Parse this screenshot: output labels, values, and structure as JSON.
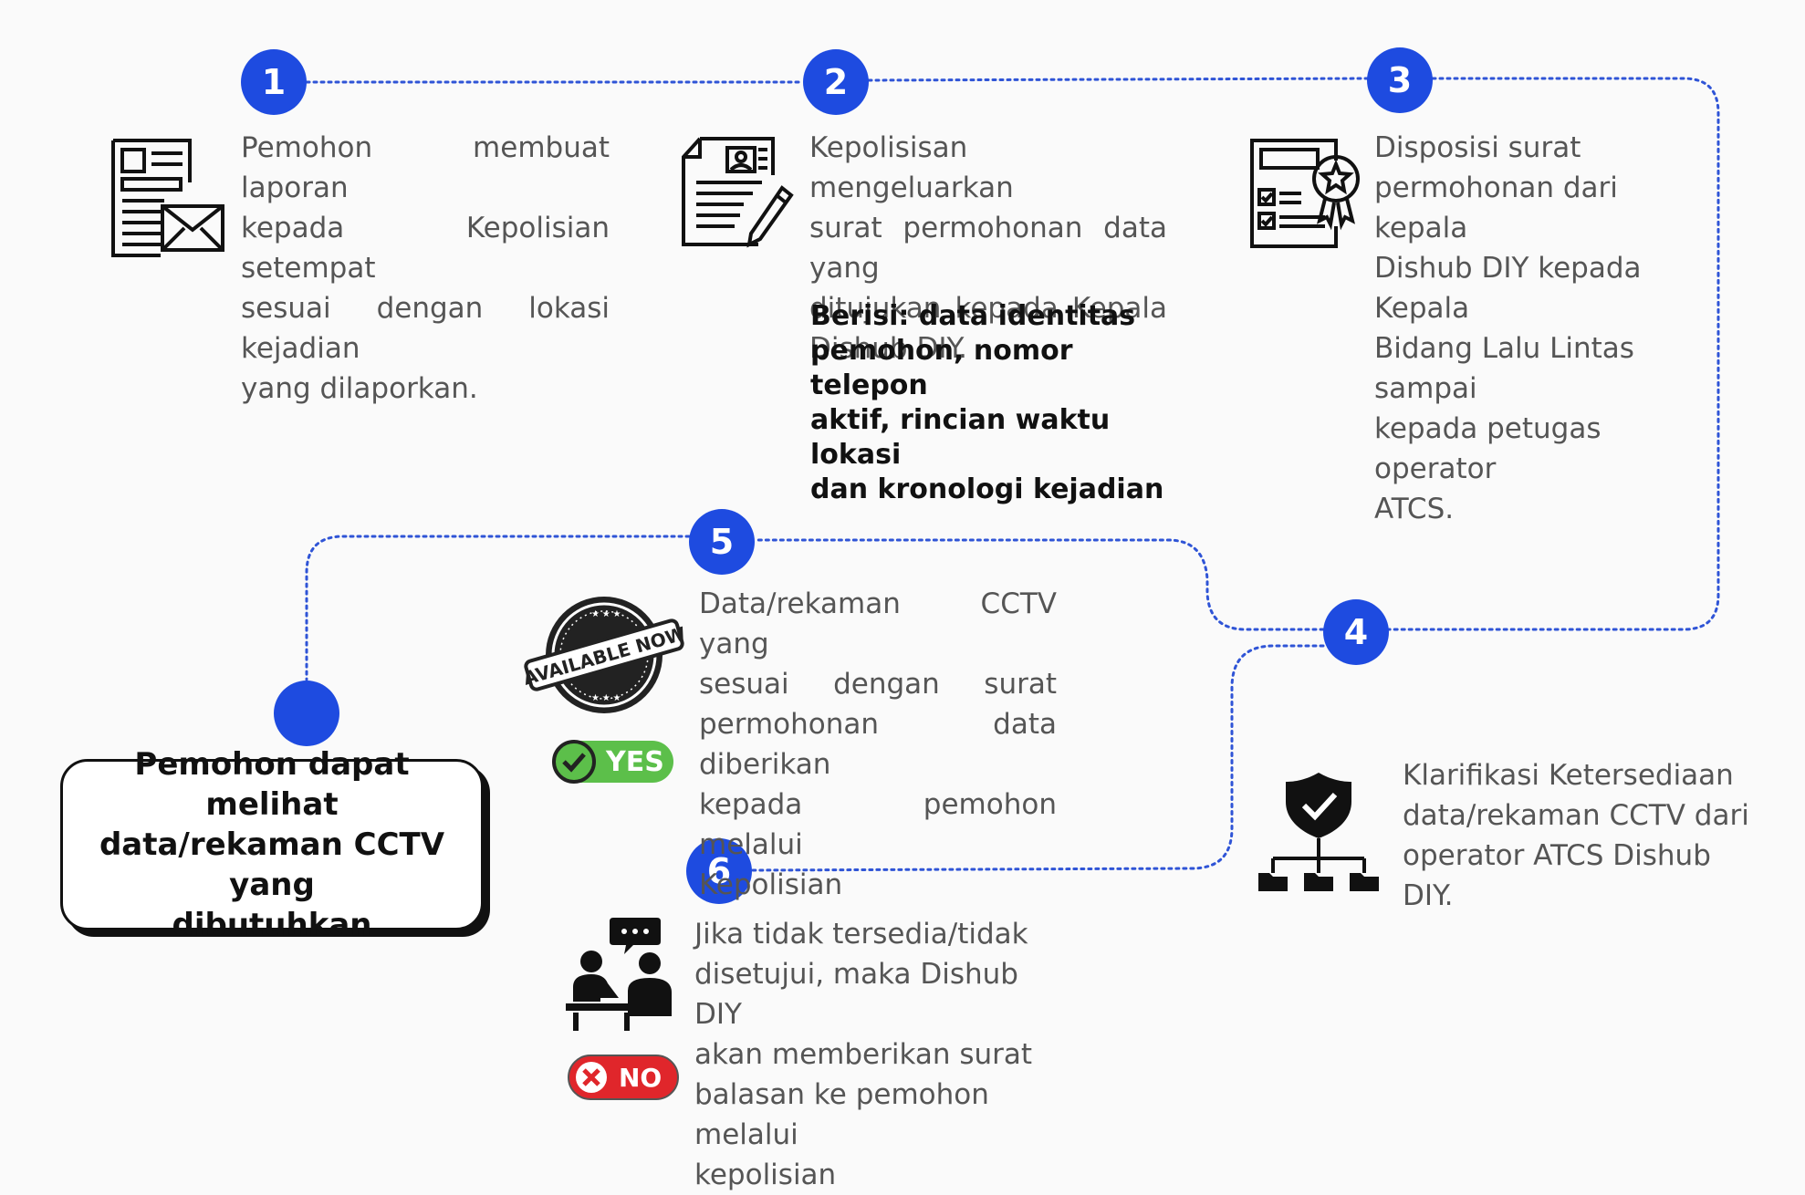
{
  "steps": [
    {
      "number": "1",
      "lines": [
        "Pemohon membuat laporan",
        "kepada Kepolisian setempat",
        "sesuai dengan lokasi kejadian",
        "yang dilaporkan."
      ]
    },
    {
      "number": "2",
      "lines": [
        "Kepolisisan mengeluarkan",
        "surat permohonan data yang",
        "ditujukan kepada Kepala",
        "Dishub DIY."
      ],
      "note_lines": [
        "Berisi: data identitas",
        "pemohon, nomor telepon",
        "aktif, rincian waktu lokasi",
        "dan kronologi kejadian"
      ]
    },
    {
      "number": "3",
      "lines": [
        "Disposisi surat",
        "permohonan dari kepala",
        "Dishub DIY kepada Kepala",
        "Bidang Lalu Lintas sampai",
        "kepada petugas operator",
        "ATCS."
      ]
    },
    {
      "number": "4",
      "lines": [
        "Klarifikasi Ketersediaan",
        "data/rekaman CCTV dari",
        "operator ATCS Dishub",
        "DIY."
      ]
    },
    {
      "number": "5",
      "lines": [
        "Data/rekaman CCTV yang",
        "sesuai dengan surat",
        "permohonan data diberikan",
        "kepada pemohon melalui",
        "Kepolisian"
      ]
    },
    {
      "number": "6",
      "lines": [
        "Jika tidak tersedia/tidak",
        "disetujui, maka Dishub DIY",
        "akan memberikan surat",
        "balasan ke pemohon melalui",
        "kepolisian"
      ]
    }
  ],
  "final": {
    "lines": [
      "Pemohon dapat melihat",
      "data/rekaman CCTV yang",
      "dibutuhkan"
    ]
  },
  "stamp": {
    "text": "AVAILABLE NOW"
  },
  "yes_badge": {
    "text": "YES"
  },
  "no_badge": {
    "text": "NO"
  },
  "colors": {
    "accent": "#1e4be0",
    "connector": "#2f54d6",
    "yes_green": "#5cbf4a",
    "no_red": "#e0262b",
    "text_gray": "#555555"
  }
}
